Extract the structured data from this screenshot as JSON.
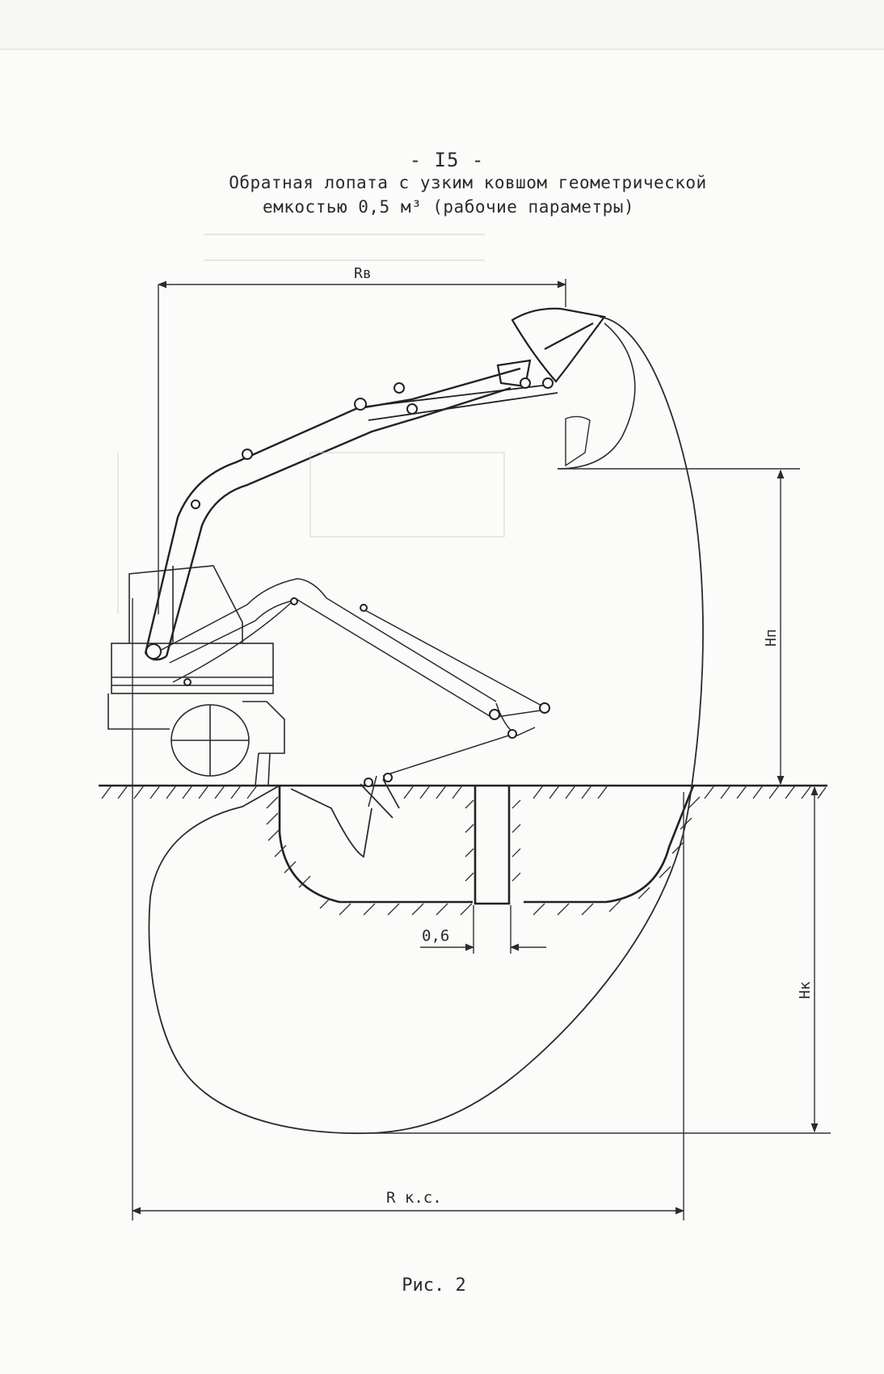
{
  "document": {
    "page_number": "- I5 -",
    "title_line1": "Обратная лопата с узким ковшом геометрической",
    "title_line2": "емкостью 0,5 м³ (рабочие параметры)",
    "caption": "Рис. 2"
  },
  "diagram": {
    "labels": {
      "reach_top": "Rв",
      "dump_height": "Hп",
      "dig_depth": "Hк",
      "reach_ground": "R к.с.",
      "trench_width": "0,6"
    }
  }
}
